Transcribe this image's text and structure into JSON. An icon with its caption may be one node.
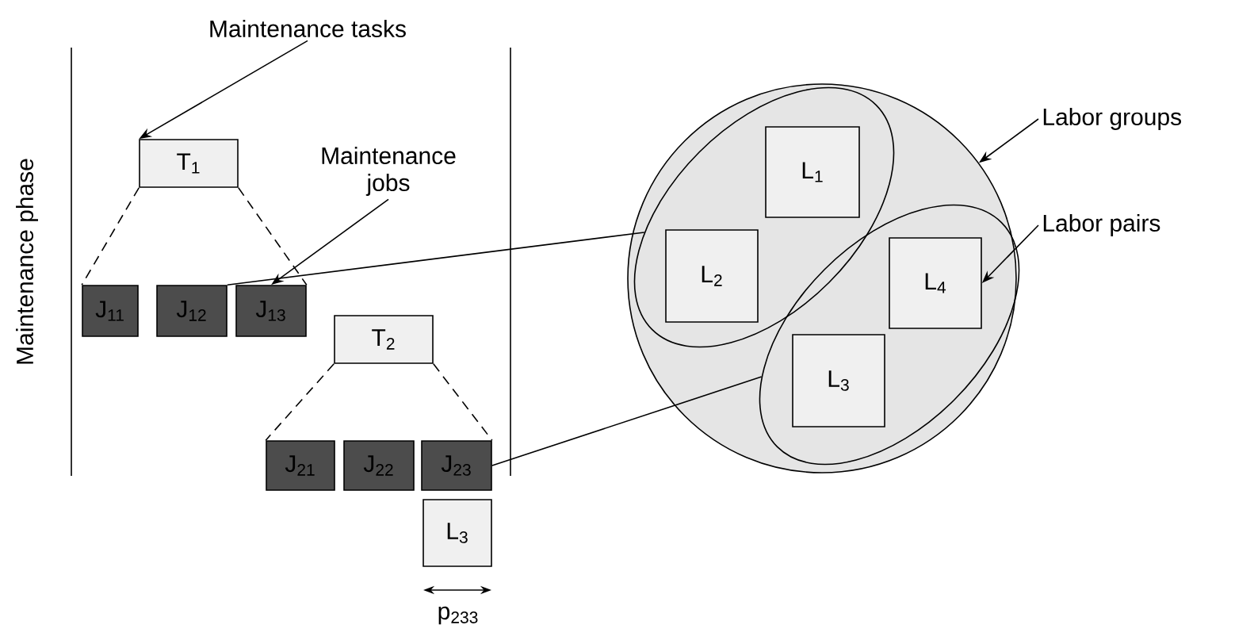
{
  "diagram": {
    "nodes": [
      {
        "text": [
          "Maintenance tasks"
        ]
      },
      {
        "text": [
          "T$_{1}$"
        ]
      },
      {
        "text": [
          "Maintenance jobs"
        ]
      },
      {
        "text": [
          "J$_{11}$"
        ]
      },
      {
        "text": [
          "J$_{12}$"
        ]
      },
      {
        "text": [
          "J$_{13}$"
        ]
      },
      {
        "text": [
          "T$_{2}$"
        ]
      },
      {
        "text": [
          "J$_{21}$"
        ]
      },
      {
        "text": [
          "J$_{22}$"
        ]
      },
      {
        "text": [
          "J$_{23}$"
        ]
      },
      {
        "text": [
          "L$_{3}$"
        ]
      },
      {
        "text": [],
        "shape": "circle"
      },
      {
        "text": [],
        "shape": "ellipse",
        "in": 11
      },
      {
        "text": [
          "L$_{1}$"
        ],
        "in": 12
      },
      {
        "text": [
          "L$_{2}$"
        ],
        "in": 12
      },
      {
        "text": [],
        "shape": "ellipse",
        "in": 11
      },
      {
        "text": [
          "L$_{4}$"
        ],
        "in": 15
      },
      {
        "text": [
          "L$_{3}$"
        ],
        "in": 15
      },
      {
        "text": [
          "Labor groups"
        ]
      },
      {
        "text": [
          "Labor pairs"
        ]
      }
    ],
    "edges": [
      {
        "from": 0,
        "to": 1,
        "arrow": "to"
      },
      {
        "from": 1,
        "to": 3,
        "arrow": "none",
        "style": "dashed"
      },
      {
        "from": 1,
        "to": 5,
        "arrow": "none",
        "style": "dashed"
      },
      {
        "from": 2,
        "to": 5,
        "arrow": "to"
      },
      {
        "from": 4,
        "to": 12,
        "arrow": "none"
      },
      {
        "from": 6,
        "to": 7,
        "arrow": "none",
        "style": "dashed"
      },
      {
        "from": 6,
        "to": 9,
        "arrow": "none",
        "style": "dashed"
      },
      {
        "from": 9,
        "to": 15,
        "arrow": "none"
      },
      {
        "from": 18,
        "to": 11,
        "arrow": "to"
      },
      {
        "from": 19,
        "to": 16,
        "arrow": "to"
      }
    ],
    "labels": [
      "Maintenance phase",
      "p$_{233}$"
    ]
  }
}
